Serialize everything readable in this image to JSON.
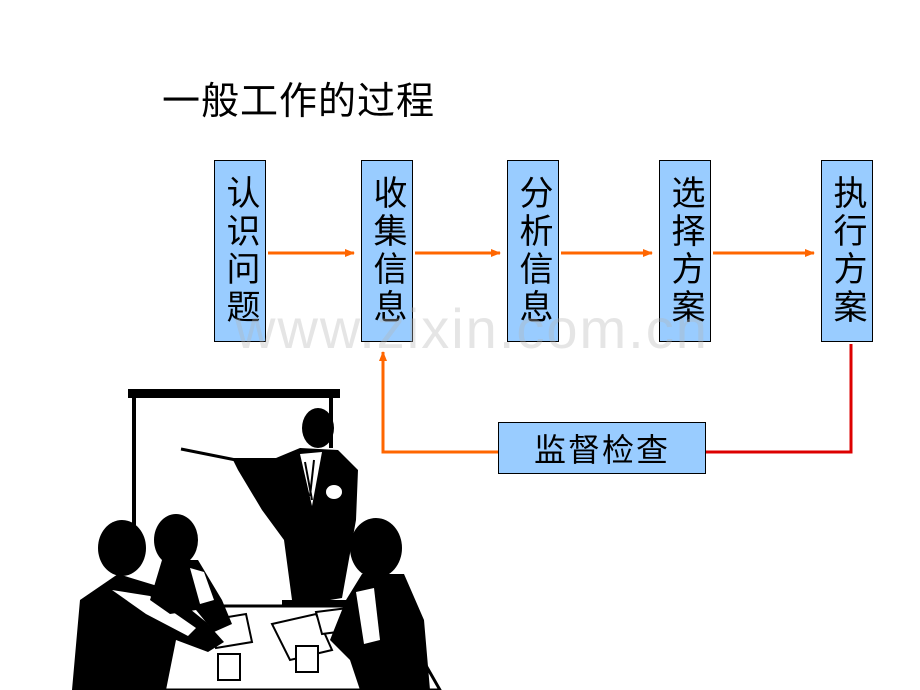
{
  "title": "一般工作的过程",
  "steps": [
    {
      "label": "认识问题"
    },
    {
      "label": "收集信息"
    },
    {
      "label": "分析信息"
    },
    {
      "label": "选择方案"
    },
    {
      "label": "执行方案"
    }
  ],
  "feedback": {
    "label": "监督检查"
  },
  "watermark": "www.zixin.com.cn",
  "colors": {
    "box_fill": "#99ccff",
    "forward_arrow": "#ff6600",
    "feedback_arrow_red": "#dd0000",
    "feedback_arrow_orange": "#ff6600"
  },
  "illustration": {
    "icon": "business-meeting-presentation-clipart"
  }
}
